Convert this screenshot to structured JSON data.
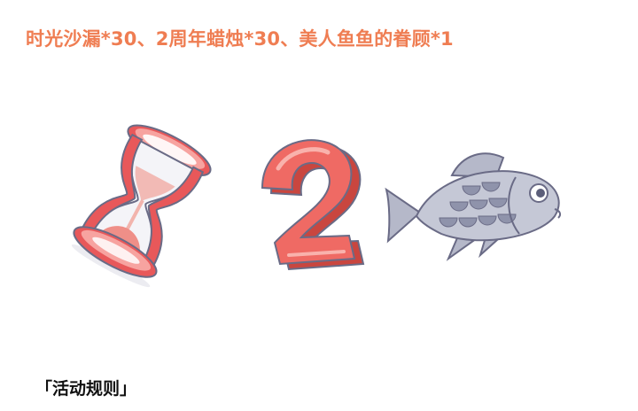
{
  "reward": {
    "title": "时光沙漏*30、2周年蜡烛*30、美人鱼鱼的眷顾*1"
  },
  "items": [
    {
      "icon": "hourglass-icon",
      "name": "时光沙漏",
      "quantity": 30
    },
    {
      "icon": "candle-number-two-icon",
      "name": "2周年蜡烛",
      "quantity": 30
    },
    {
      "icon": "fish-icon",
      "name": "美人鱼鱼的眷顾",
      "quantity": 1
    }
  ],
  "rules": {
    "heading": "「活动规则」"
  },
  "colors": {
    "title": "#ef7d52",
    "item_red": "#e8585a",
    "item_red_light": "#f7a3a0",
    "fish_body": "#c5c8d6",
    "outline": "#6a6b86"
  }
}
